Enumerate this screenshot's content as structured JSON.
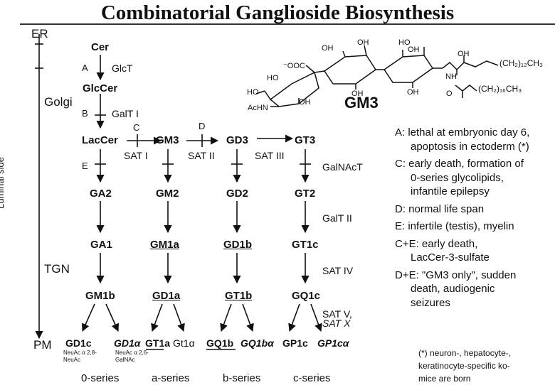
{
  "title": "Combinatorial Ganglioside Biosynthesis",
  "compartments": {
    "er": "ER",
    "golgi": "Golgi",
    "tgn": "TGN",
    "pm": "PM",
    "luminal": "Luminal side"
  },
  "nodes": {
    "cer": "Cer",
    "glccer": "GlcCer",
    "laccer": "LacCer",
    "gm3": "GM3",
    "gd3": "GD3",
    "gt3": "GT3",
    "ga2": "GA2",
    "gm2": "GM2",
    "gd2": "GD2",
    "gt2": "GT2",
    "ga1": "GA1",
    "gm1a": "GM1a",
    "gd1b": "GD1b",
    "gt1c": "GT1c",
    "gm1b": "GM1b",
    "gd1a": "GD1a",
    "gt1b": "GT1b",
    "gq1c": "GQ1c"
  },
  "enzymes": {
    "glct": "GlcT",
    "galt1": "GalT I",
    "sat1": "SAT I",
    "sat2": "SAT II",
    "sat3": "SAT III",
    "galnact": "GalNAcT",
    "galt2": "GalT II",
    "sat4": "SAT IV",
    "sat5": "SAT V,",
    "satx": "SAT X"
  },
  "steps": {
    "a": "A",
    "b": "B",
    "c": "C",
    "d": "D",
    "e": "E"
  },
  "finals": {
    "gd1c": "GD1c",
    "gd1c_sub": [
      "NeuAc  α 2,8-",
      "NeuAc"
    ],
    "gd1alpha": "GD1α",
    "gt1a": "GT1a",
    "gt1a_sub": [
      "NeuAc  α 2,6-",
      "GalNAc"
    ],
    "gt1alpha": "Gt1α",
    "gq1b": "GQ1b",
    "gq1balpha": "GQ1bα",
    "gp1c": "GP1c",
    "gp1calpha": "GP1cα"
  },
  "series": [
    "0-series",
    "a-series",
    "b-series",
    "c-series"
  ],
  "structure": {
    "label": "GM3",
    "coo": "⁻OOC",
    "ho_ch": "HO",
    "ho": "HO",
    "oh": "OH",
    "ho2": "HO",
    "achn": "AcHN",
    "nh": "NH",
    "o": "O",
    "ch3_a": "(CH₂)₁₂CH₃",
    "ch3_b": "(CH₂)₁₆CH₃"
  },
  "legend": [
    [
      "A: lethal at embryonic day 6,",
      "apoptosis in ectoderm (*)"
    ],
    [
      "C: early death, formation of",
      "0-series glycolipids,",
      "infantile epilepsy"
    ],
    [
      "D: normal life span"
    ],
    [
      "E: infertile (testis), myelin"
    ],
    [
      "C+E: early death,",
      "LacCer-3-sulfate"
    ],
    [
      "D+E: \"GM3 only\", sudden",
      "death, audiogenic",
      "seizures"
    ]
  ],
  "note": [
    "(*) neuron-, hepatocyte-,",
    "keratinocyte-specific ko-",
    "mice are born"
  ]
}
